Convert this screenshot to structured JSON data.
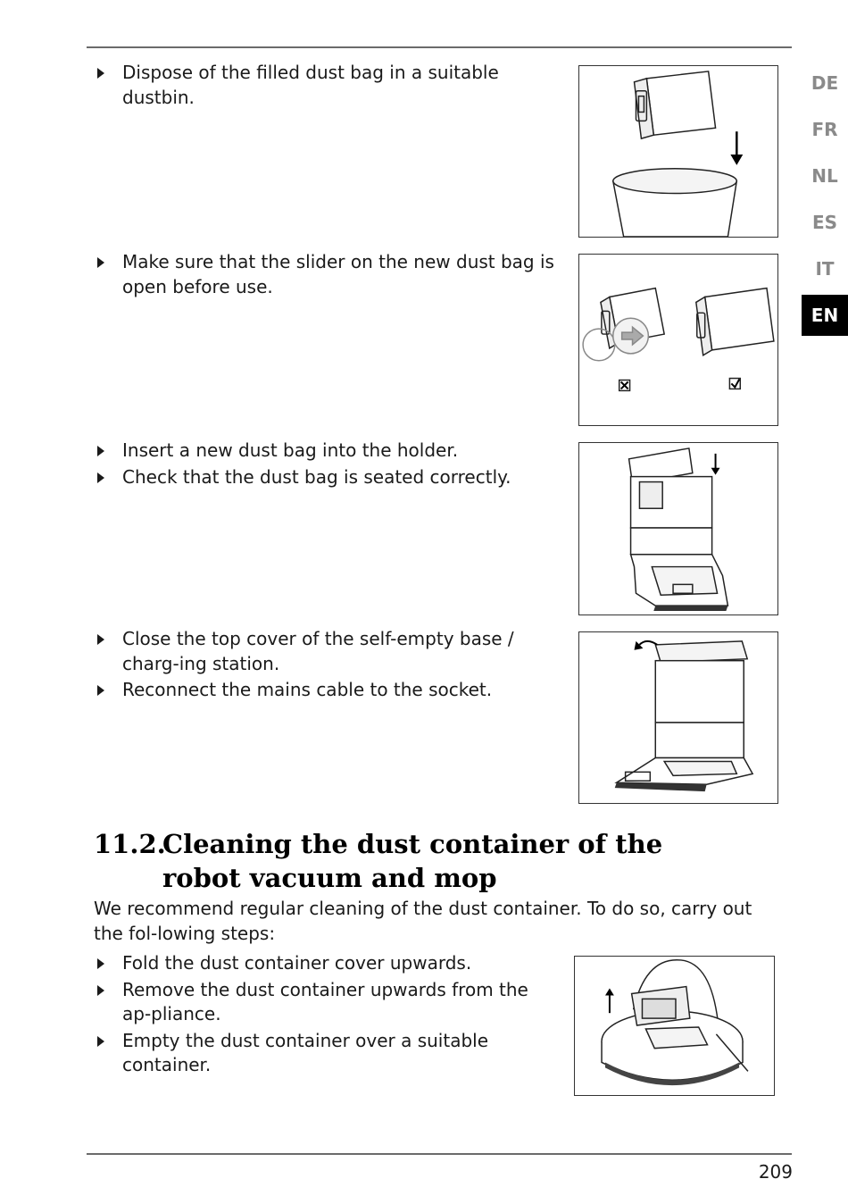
{
  "language_tabs": [
    "DE",
    "FR",
    "NL",
    "ES",
    "IT",
    "EN"
  ],
  "active_language": "EN",
  "steps_group_1": [
    "Dispose of the filled dust bag in a suitable dustbin."
  ],
  "steps_group_2": [
    "Make sure that the slider on the new dust bag is open before use."
  ],
  "steps_group_3": [
    "Insert a new dust bag into the holder.",
    "Check that the dust bag is seated correctly."
  ],
  "steps_group_4": [
    "Close the top cover of the self-empty base / charg-ing station.",
    "Reconnect the mains cable to the socket."
  ],
  "section": {
    "number": "11.2.",
    "title": "Cleaning the dust container of the robot vacuum and mop",
    "intro": "We recommend regular cleaning of the dust container. To do so, carry out the fol-lowing steps:"
  },
  "steps_group_5": [
    "Fold the dust container cover upwards.",
    "Remove the dust container upwards from the ap-pliance.",
    "Empty the dust container over a suitable container."
  ],
  "figure_icons": {
    "fig1": "dust-bag-into-bin-illustration",
    "fig2": "dust-bag-slider-illustration",
    "fig3": "insert-dust-bag-illustration",
    "fig4": "close-cover-illustration",
    "fig5": "remove-dust-container-illustration"
  },
  "page_number": "209"
}
